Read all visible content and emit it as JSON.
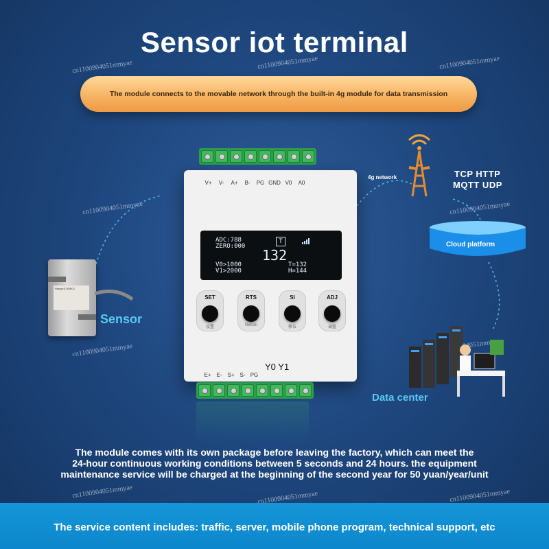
{
  "title": "Sensor iot terminal",
  "banner_text": "The module connects to the movable network through the built-in 4g module for data transmission",
  "device": {
    "top_pins": [
      "V+",
      "V-",
      "A+",
      "B-",
      "PG",
      "GND",
      "V0",
      "A0"
    ],
    "bottom_pins": [
      "E+",
      "E-",
      "S+",
      "S-",
      "PG"
    ],
    "relay_labels": "Y0  Y1",
    "lcd": {
      "line1": "ADC:788",
      "line2": "ZERO:000",
      "big_value": "132",
      "line3": "V0>1000",
      "line4": "V1>2000",
      "line5": "T=132",
      "line6": "H=144",
      "t_icon": "T"
    },
    "buttons": [
      {
        "label": "SET",
        "sub": "设置"
      },
      {
        "label": "RTS",
        "sub": "Return"
      },
      {
        "label": "SI",
        "sub": "移位"
      },
      {
        "label": "ADJ",
        "sub": "调整"
      }
    ]
  },
  "sensor_label": "Sensor",
  "sensor_sticker": "Range:0-500KG",
  "network_label": "4g network",
  "protocols_line1": "TCP  HTTP",
  "protocols_line2": "MQTT  UDP",
  "cloud_label": "Cloud platform",
  "datacenter_label": "Data center",
  "description": [
    "The module comes with its own package before leaving the factory, which can meet the",
    "24-hour continuous working conditions between 5 seconds and 24 hours. the equipment",
    "maintenance service will be charged at the beginning of the second year for 50 yuan/year/unit"
  ],
  "footer_text": "The service content includes: traffic, server, mobile phone program, technical support, etc",
  "watermark": "cn1100904051mmyae",
  "colors": {
    "background": "#1f4880",
    "banner": "#f7b463",
    "accent_cyan": "#5ac8f0",
    "footer": "#1596d8",
    "terminal_green": "#3dbb5d"
  }
}
